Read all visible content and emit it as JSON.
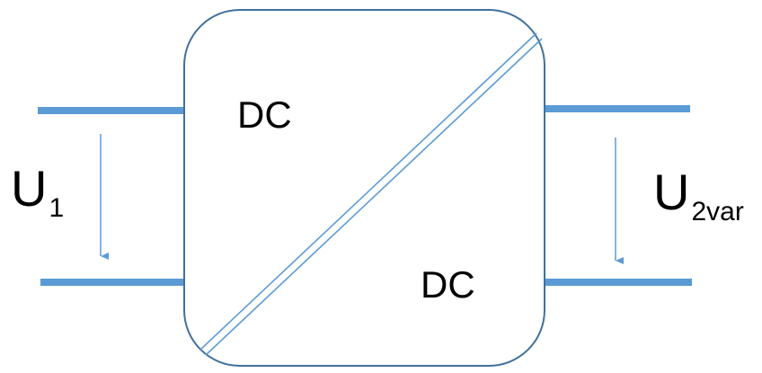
{
  "diagram": {
    "converter": {
      "input_side_label": "DC",
      "output_side_label": "DC"
    },
    "input_voltage": {
      "symbol": "U",
      "subscript": "1"
    },
    "output_voltage": {
      "symbol": "U",
      "subscript": "2var"
    },
    "colors": {
      "terminal_line": "#5b9bd5",
      "box_border": "#41719c",
      "arrow": "#5b9bd5",
      "text": "#000000"
    }
  }
}
